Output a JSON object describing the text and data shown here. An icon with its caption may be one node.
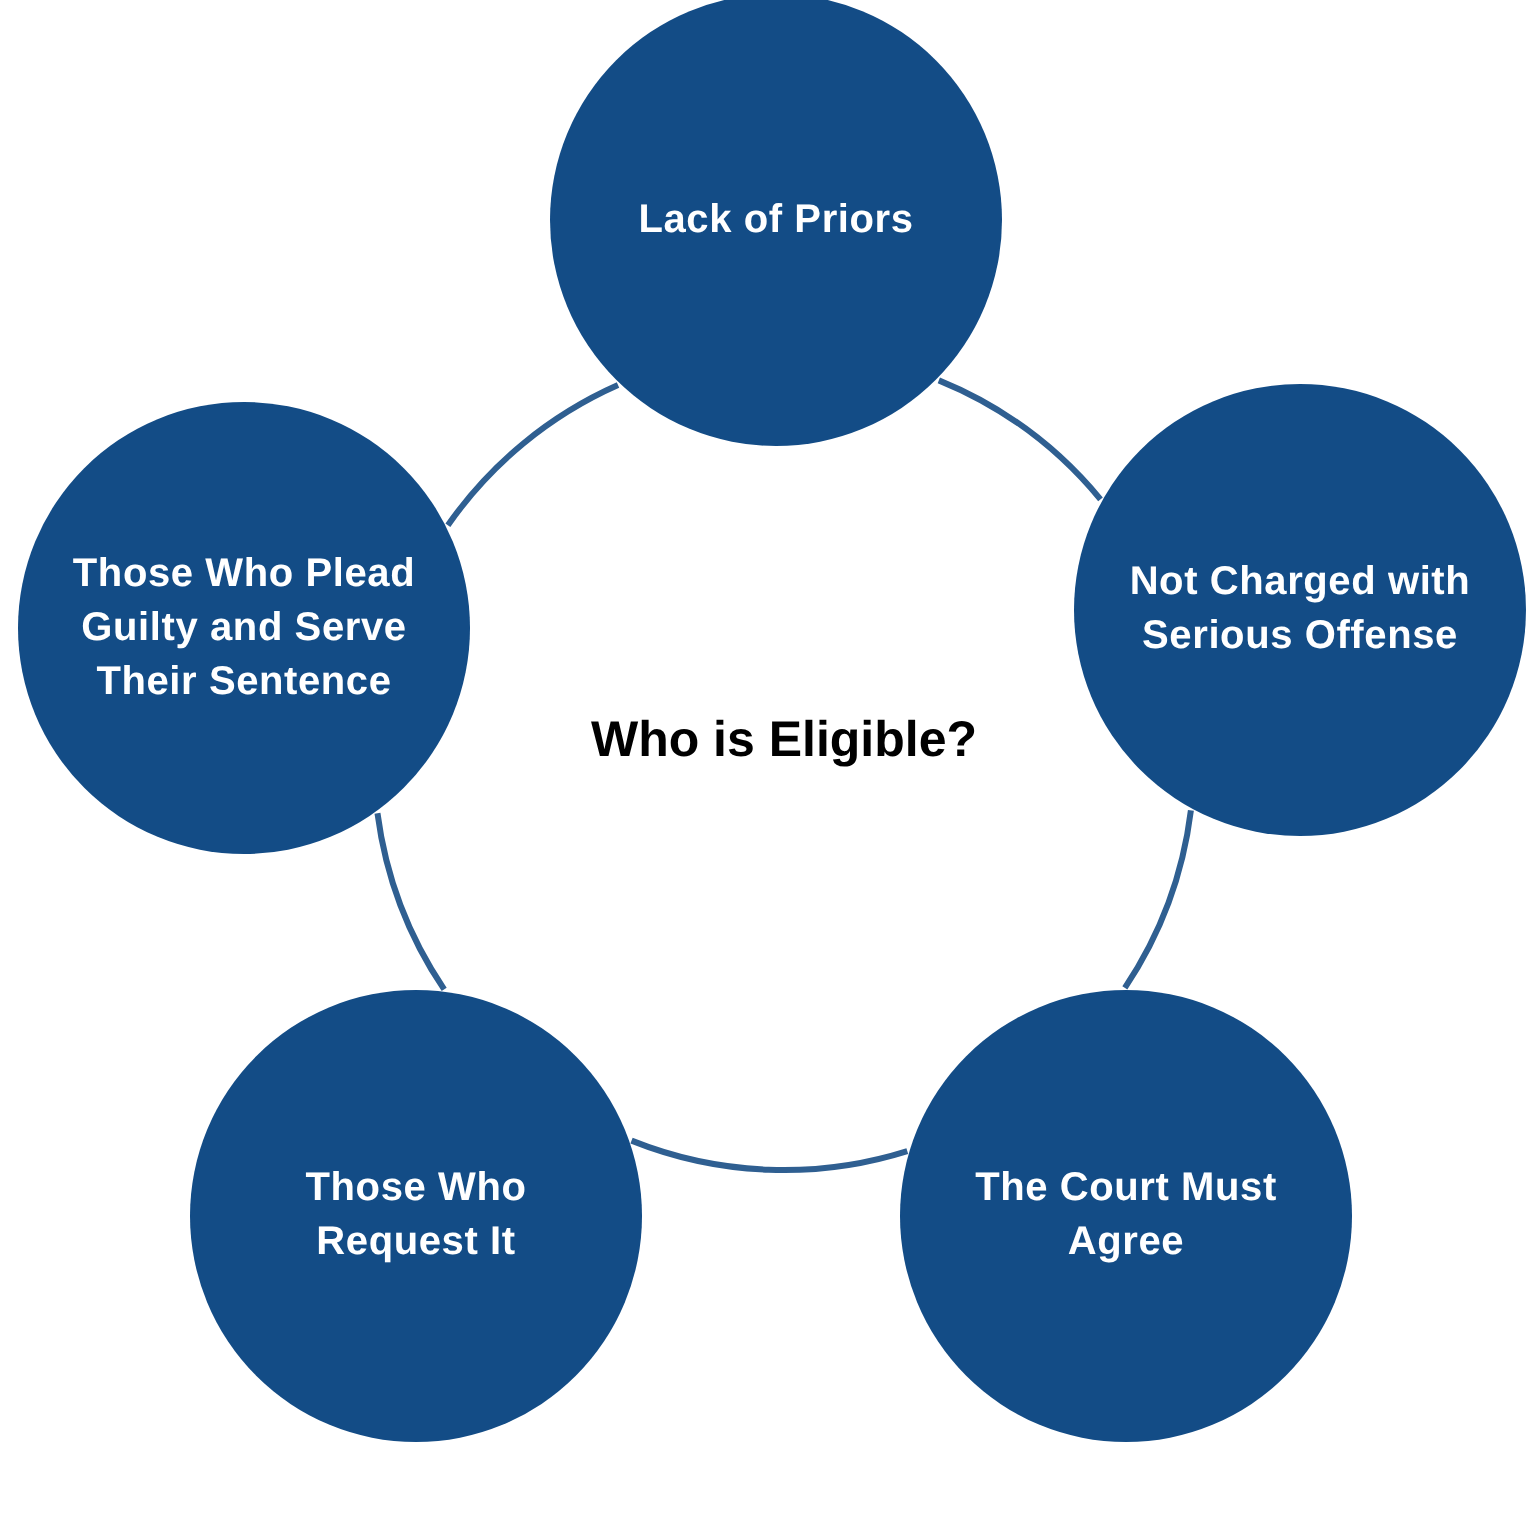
{
  "diagram": {
    "title": "Who is Eligible?",
    "nodes": [
      {
        "text": [
          "Lack of Priors"
        ]
      },
      {
        "text": [
          "Those Who Plead Guilty and Serve Their Sentence"
        ]
      },
      {
        "text": [
          "Not Charged with Serious Offense"
        ]
      },
      {
        "text": [
          "Those Who Request It"
        ]
      },
      {
        "text": [
          "The Court Must Agree"
        ]
      }
    ],
    "edges": [
      {
        "from": 0,
        "to": 2,
        "arrow": "none"
      },
      {
        "from": 2,
        "to": 4,
        "arrow": "none"
      },
      {
        "from": 4,
        "to": 3,
        "arrow": "none"
      },
      {
        "from": 3,
        "to": 1,
        "arrow": "none"
      },
      {
        "from": 1,
        "to": 0,
        "arrow": "none"
      }
    ]
  }
}
